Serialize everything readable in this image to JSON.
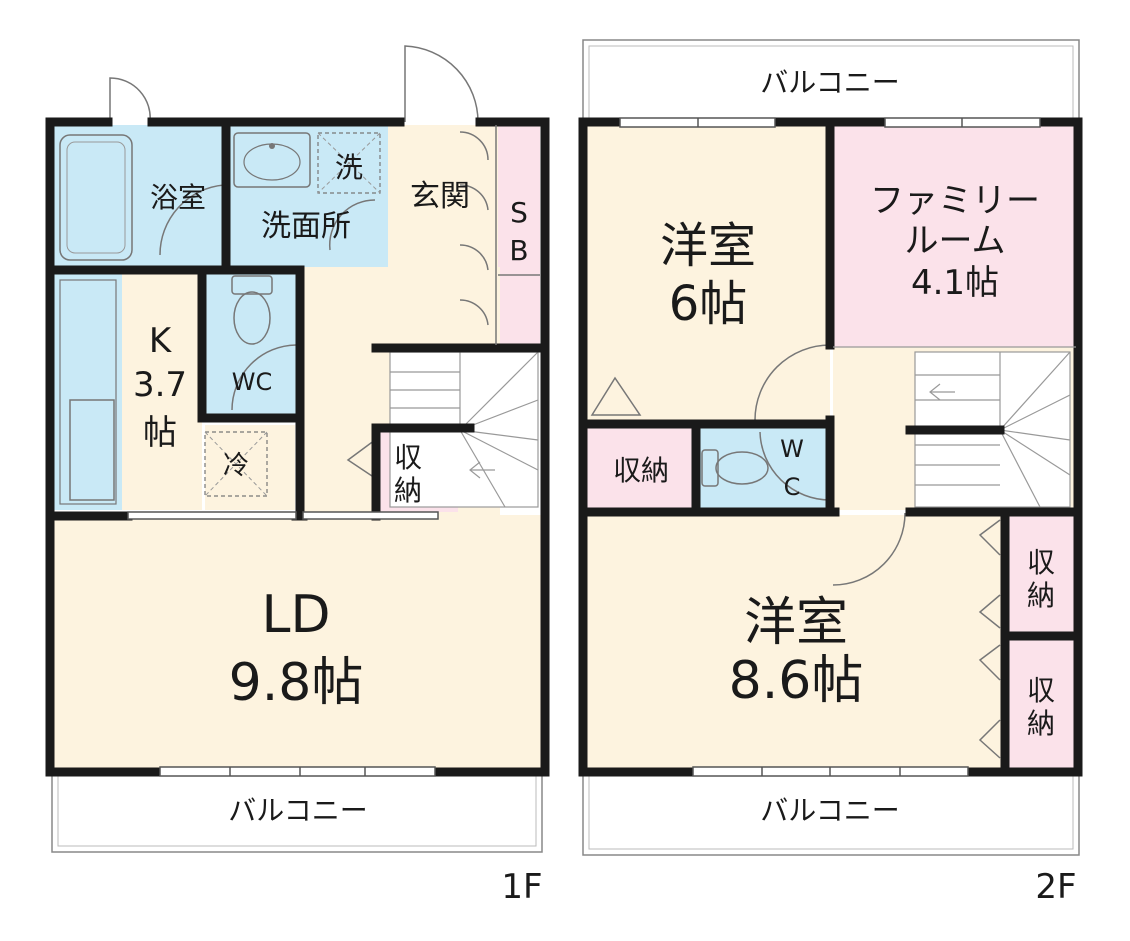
{
  "floors": {
    "first": {
      "floor_label": "1F",
      "balcony": "バルコニー",
      "rooms": {
        "bath": {
          "name": "浴室"
        },
        "washroom": {
          "name": "洗面所",
          "washer": "洗"
        },
        "entrance": {
          "name": "玄関"
        },
        "shoe_box": {
          "line1": "S",
          "line2": "B"
        },
        "kitchen": {
          "name": "K",
          "size": "3.7",
          "unit": "帖"
        },
        "toilet": {
          "name": "WC"
        },
        "fridge": {
          "name": "冷"
        },
        "storage": {
          "line1": "収",
          "line2": "納"
        },
        "ld": {
          "name": "LD",
          "size": "9.8帖"
        }
      }
    },
    "second": {
      "floor_label": "2F",
      "balcony_top": "バルコニー",
      "balcony_bottom": "バルコニー",
      "rooms": {
        "western_small": {
          "name": "洋室",
          "size": "6帖"
        },
        "family_room": {
          "line1": "ファミリー",
          "line2": "ルーム",
          "size": "4.1帖"
        },
        "storage_left": {
          "name": "収納"
        },
        "toilet": {
          "line1": "W",
          "line2": "C"
        },
        "western_large": {
          "name": "洋室",
          "size": "8.6帖"
        },
        "closet_upper": {
          "line1": "収",
          "line2": "納"
        },
        "closet_lower": {
          "line1": "収",
          "line2": "納"
        }
      }
    }
  },
  "colors": {
    "wall": "#1a1a1a",
    "wet_area": "#c9e9f6",
    "living": "#fdf3df",
    "storage": "#fbe2ea",
    "balcony": "#ffffff"
  }
}
